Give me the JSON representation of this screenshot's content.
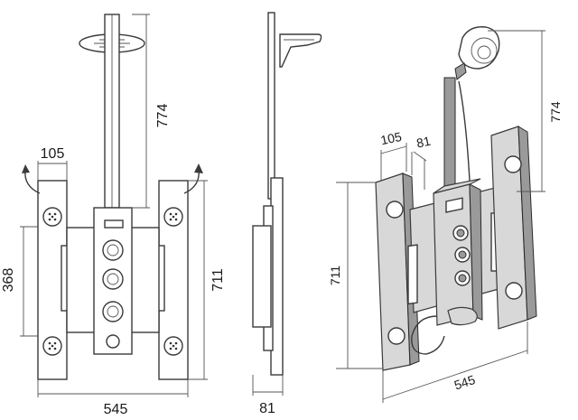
{
  "front_view": {
    "dim_arm_height": "774",
    "dim_panel_width": "105",
    "dim_jet_spacing": "368",
    "dim_total_height": "711",
    "dim_total_width": "545"
  },
  "side_view": {
    "dim_depth": "81"
  },
  "iso_view": {
    "dim_panel_width": "105",
    "dim_depth": "81",
    "dim_arm_height": "774",
    "dim_total_height": "711",
    "dim_total_width": "545"
  },
  "colors": {
    "line": "#3a3a3a",
    "fill": "#d8d8d8",
    "background": "#ffffff"
  }
}
